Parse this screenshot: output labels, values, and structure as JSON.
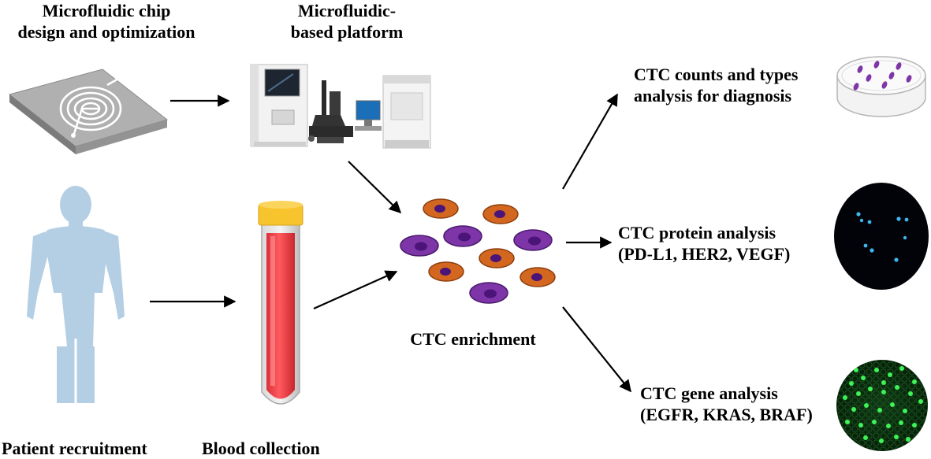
{
  "labels": {
    "chip_design": [
      "Microfluidic chip",
      "design and optimization"
    ],
    "platform": [
      "Microfluidic-",
      "based platform"
    ],
    "patient": "Patient recruitment",
    "blood": "Blood collection",
    "enrichment": "CTC enrichment",
    "counts": [
      "CTC counts and types",
      "analysis for diagnosis"
    ],
    "protein": [
      "CTC protein analysis",
      "(PD-L1, HER2, VEGF)"
    ],
    "gene": [
      "CTC gene analysis",
      "(EGFR, KRAS, BRAF)"
    ]
  },
  "colors": {
    "chip": "#a9a9a9",
    "human": "#b4cfe4",
    "tube_cap": "#f7c42e",
    "blood": "#f0454a",
    "cell_orange": "#d3671f",
    "cell_purple": "#7d35a8",
    "nucleus": "#4a1478",
    "protein_dot": "#3fb6ee",
    "gene_dot": "#3ef257"
  }
}
